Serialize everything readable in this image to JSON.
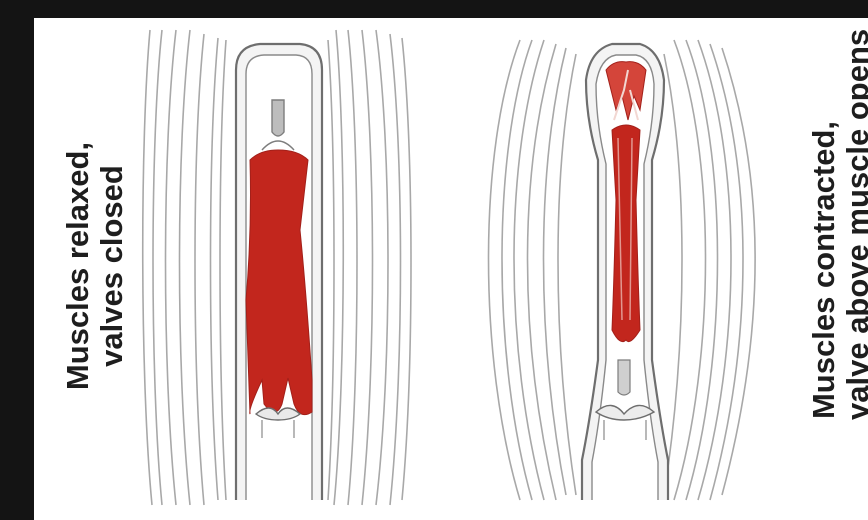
{
  "diagram": {
    "left": {
      "label_line1": "Muscles relaxed,",
      "label_line2": "valves closed"
    },
    "right": {
      "label_line1": "Muscles contracted,",
      "label_line2": "valve above muscle opens"
    },
    "colors": {
      "blood": "#c2261d",
      "muscle_stroke": "#9a9a9a",
      "vein_stroke": "#6e6e6e",
      "background": "#ffffff",
      "frame": "#141414"
    }
  }
}
